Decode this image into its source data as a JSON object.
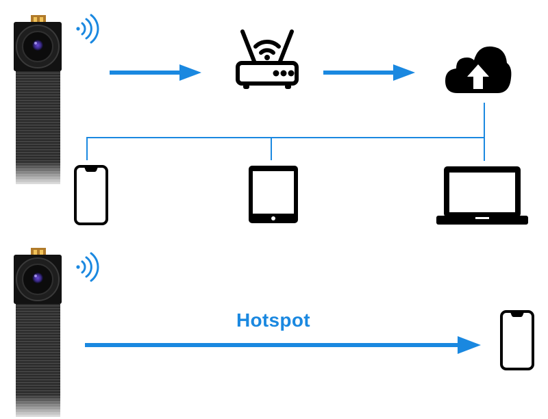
{
  "colors": {
    "accent": "#1a88e0",
    "icon": "#000000",
    "background": "#ffffff"
  },
  "diagram": {
    "title": "",
    "mode_cloud": {
      "camera": {
        "icon": "spy-camera-module-icon"
      },
      "wifi_signal": {
        "icon": "wifi-signal-icon"
      },
      "router": {
        "icon": "wifi-router-icon"
      },
      "cloud": {
        "icon": "cloud-upload-icon"
      },
      "devices": [
        {
          "name": "smartphone",
          "icon": "smartphone-icon"
        },
        {
          "name": "tablet",
          "icon": "tablet-icon"
        },
        {
          "name": "laptop",
          "icon": "laptop-icon"
        }
      ],
      "flow": [
        "camera",
        "router",
        "cloud",
        "devices"
      ]
    },
    "mode_hotspot": {
      "camera": {
        "icon": "spy-camera-module-icon"
      },
      "wifi_signal": {
        "icon": "wifi-signal-icon"
      },
      "arrow_label": "Hotspot",
      "target_device": {
        "name": "smartphone",
        "icon": "smartphone-icon"
      }
    }
  }
}
